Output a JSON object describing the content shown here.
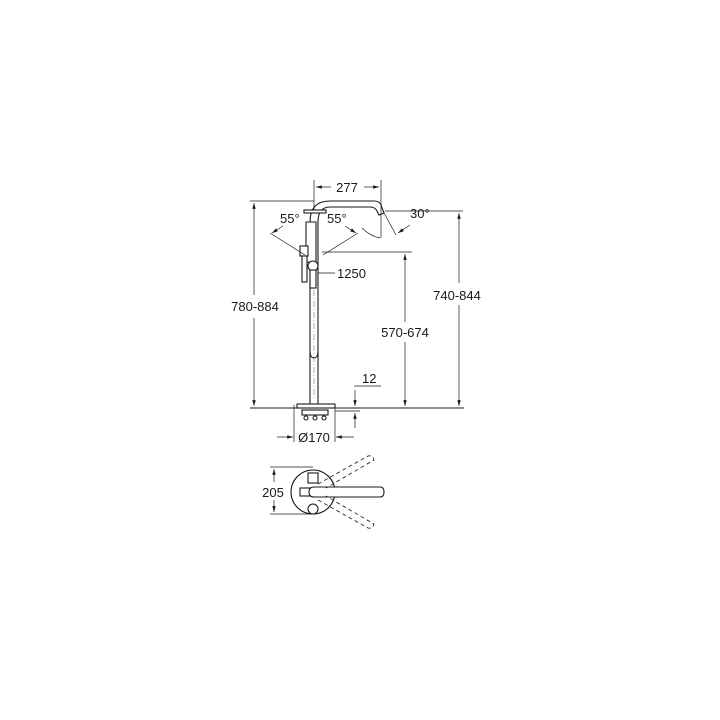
{
  "drawing": {
    "dimensions": {
      "spout_reach": "277",
      "spout_angle": "30°",
      "handle_angle_left": "55°",
      "handle_angle_right": "55°",
      "hose_length": "1250",
      "total_height": "780-884",
      "spout_height": "740-844",
      "handle_height": "570-674",
      "floor_offset": "12",
      "base_diameter": "Ø170",
      "plan_depth": "205"
    }
  }
}
